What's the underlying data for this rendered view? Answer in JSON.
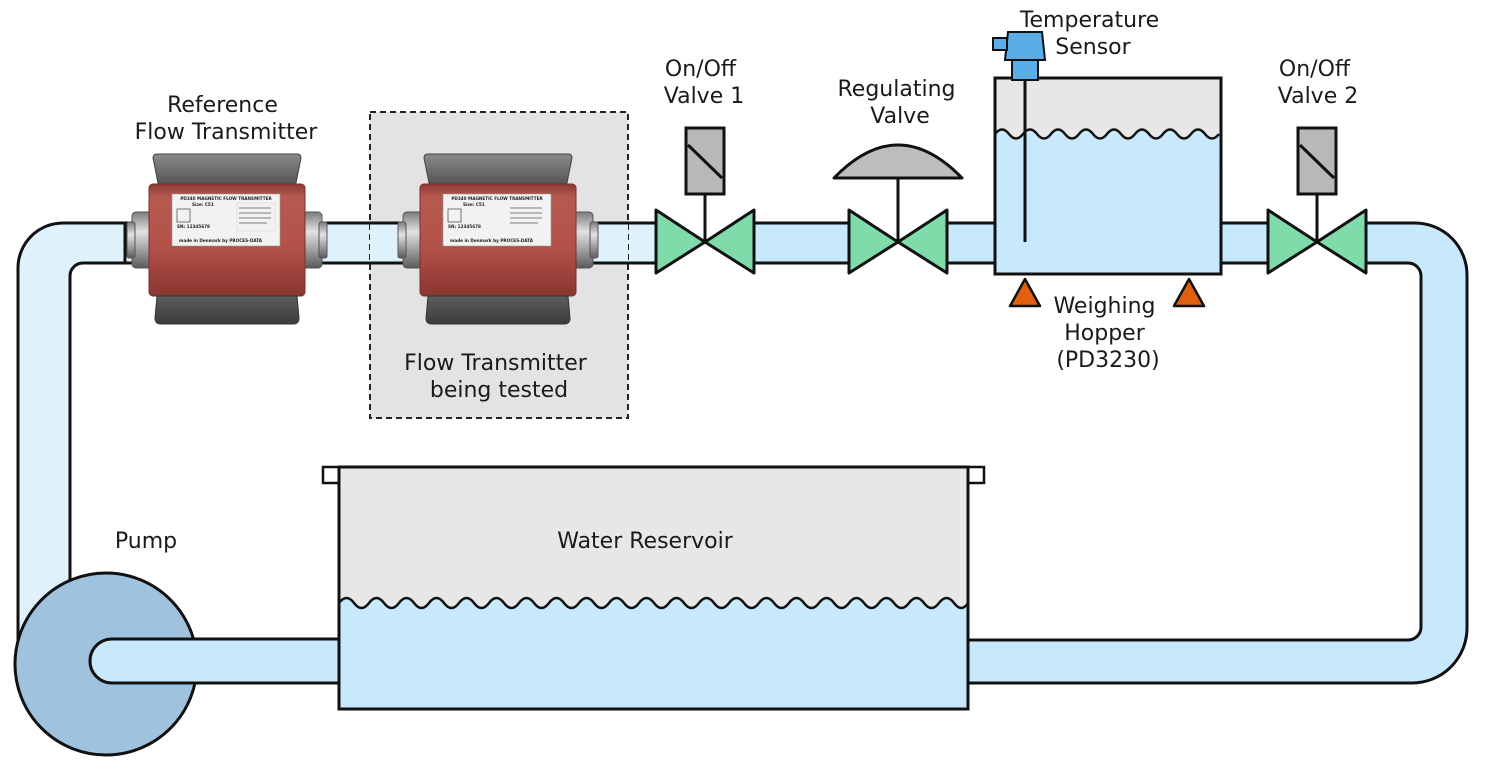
{
  "labels": {
    "reference_flow_transmitter": [
      "Reference",
      "Flow Transmitter"
    ],
    "flow_transmitter_tested": [
      "Flow Transmitter",
      "being tested"
    ],
    "on_off_valve_1": [
      "On/Off",
      "Valve 1"
    ],
    "regulating_valve": [
      "Regulating",
      "Valve"
    ],
    "temperature_sensor": [
      "Temperature",
      "Sensor"
    ],
    "on_off_valve_2": [
      "On/Off",
      "Valve 2"
    ],
    "weighing_hopper": [
      "Weighing",
      "Hopper",
      "(PD3230)"
    ],
    "pump": "Pump",
    "water_reservoir": "Water Reservoir"
  },
  "nameplate": {
    "title": "PD340 MAGNETIC FLOW TRANSMITTER",
    "size": "Size: C51",
    "serial": "SN: 12345678",
    "made_in": "made in Denmark by PROCES-DATA"
  },
  "colors": {
    "water": "#c8e8fb",
    "pipe_light": "#dff2fb",
    "valve": "#7fdcaa",
    "transmitter_body": "#b3524a",
    "sensor_head": "#5aaee8",
    "foot": "#e06010",
    "pump": "#9fc2df",
    "air": "#e7e7e7",
    "test_box": "#e3e3e3"
  }
}
